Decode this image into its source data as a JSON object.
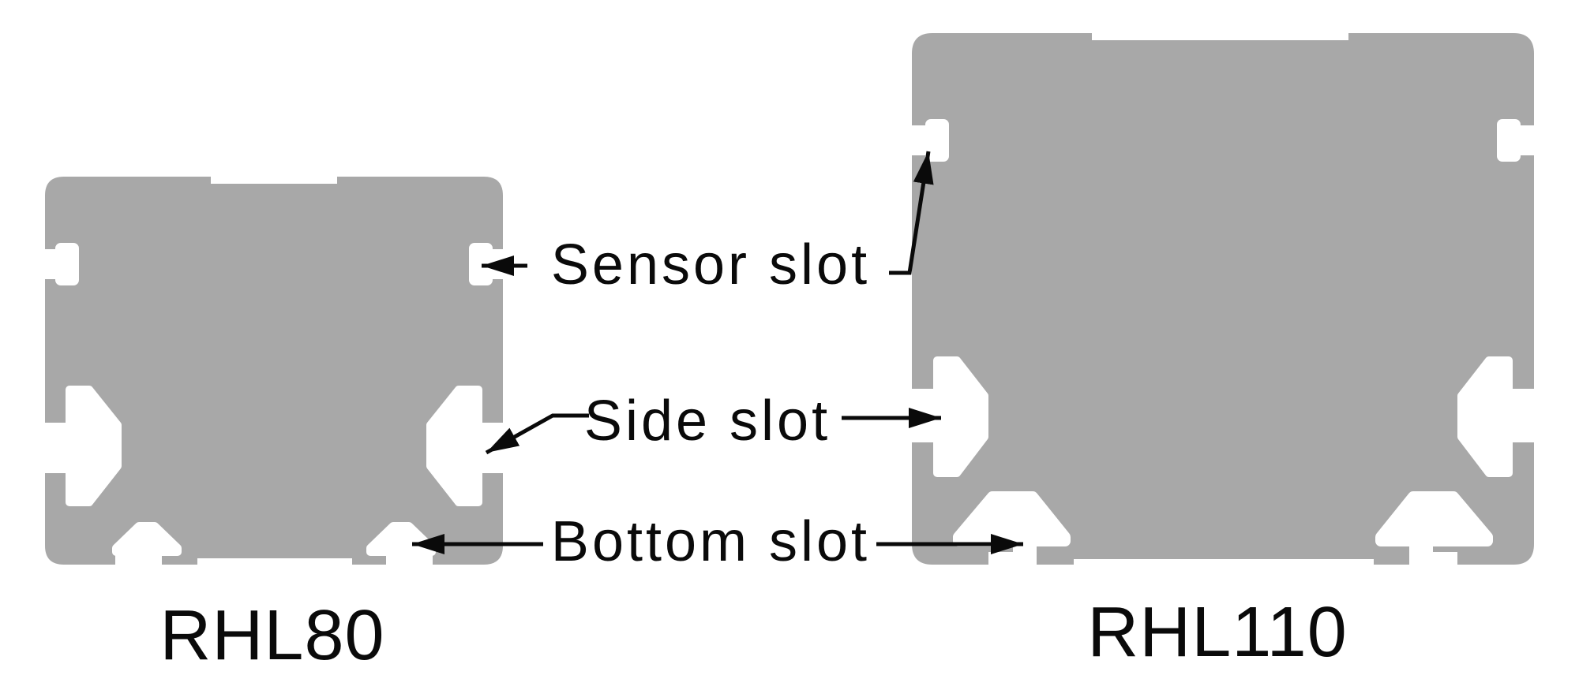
{
  "colors": {
    "background": "#ffffff",
    "profile_fill": "#a8a8a8",
    "annotation": "#0a0a0a"
  },
  "annotations": {
    "sensor_slot": "Sensor slot",
    "side_slot": "Side slot",
    "bottom_slot": "Bottom slot"
  },
  "profiles": {
    "left": {
      "name": "RHL80"
    },
    "right": {
      "name": "RHL110"
    }
  }
}
